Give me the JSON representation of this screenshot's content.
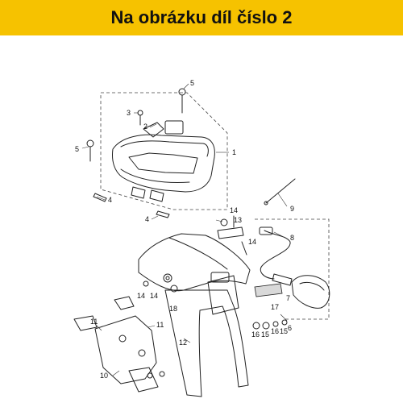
{
  "banner": {
    "text": "Na obrázku díl číslo 2",
    "background": "#f6c200",
    "text_color": "#111111"
  },
  "callouts": [
    {
      "id": "c1",
      "text": "1"
    },
    {
      "id": "c2",
      "text": "2"
    },
    {
      "id": "c3",
      "text": "3"
    },
    {
      "id": "c4a",
      "text": "4"
    },
    {
      "id": "c4b",
      "text": "4"
    },
    {
      "id": "c5a",
      "text": "5"
    },
    {
      "id": "c5b",
      "text": "5"
    },
    {
      "id": "c6",
      "text": "6"
    },
    {
      "id": "c7",
      "text": "7"
    },
    {
      "id": "c8",
      "text": "8"
    },
    {
      "id": "c9",
      "text": "9"
    },
    {
      "id": "c10",
      "text": "10"
    },
    {
      "id": "c11a",
      "text": "11"
    },
    {
      "id": "c11b",
      "text": "11"
    },
    {
      "id": "c12",
      "text": "12"
    },
    {
      "id": "c13",
      "text": "13"
    },
    {
      "id": "c14a",
      "text": "14"
    },
    {
      "id": "c14b",
      "text": "14"
    },
    {
      "id": "c14c",
      "text": "14"
    },
    {
      "id": "c14d",
      "text": "14"
    },
    {
      "id": "c15a",
      "text": "15"
    },
    {
      "id": "c15b",
      "text": "15"
    },
    {
      "id": "c16a",
      "text": "16"
    },
    {
      "id": "c16b",
      "text": "16"
    },
    {
      "id": "c17",
      "text": "17"
    },
    {
      "id": "c18",
      "text": "18"
    }
  ]
}
